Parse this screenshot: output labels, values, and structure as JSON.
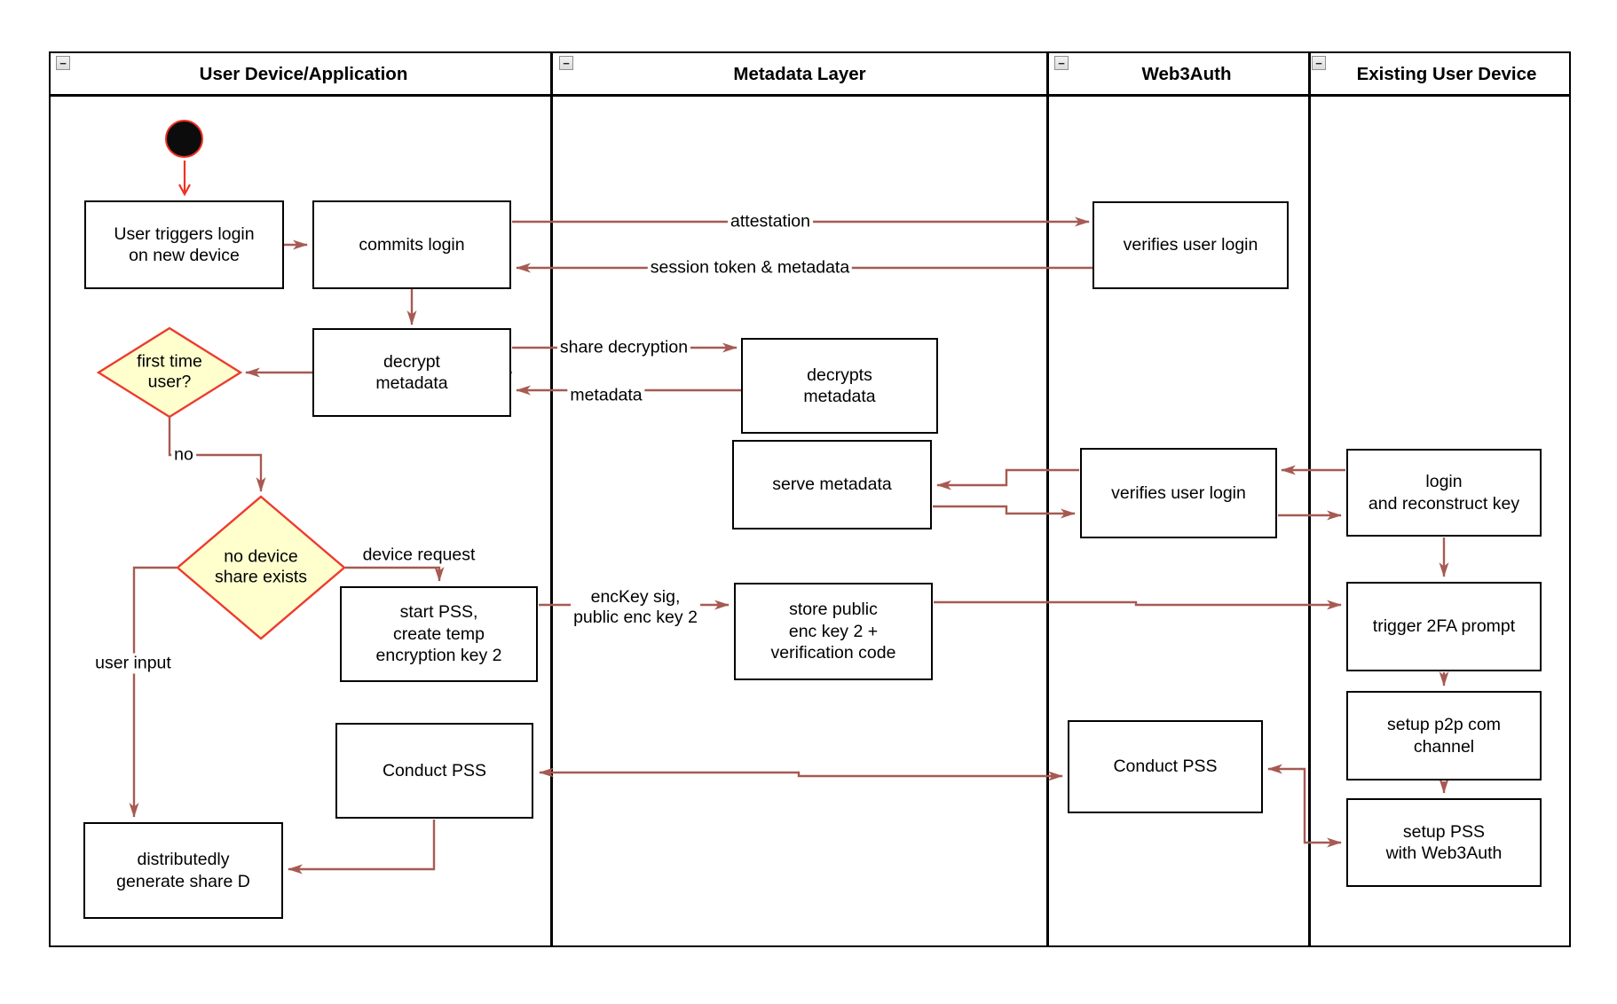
{
  "lanes": [
    {
      "label": "User Device/Application"
    },
    {
      "label": "Metadata Layer"
    },
    {
      "label": "Web3Auth"
    },
    {
      "label": "Existing User Device"
    }
  ],
  "icons": {
    "collapse_glyph": "−"
  },
  "nodes": [
    {
      "label": "User triggers login\non new device"
    },
    {
      "label": "commits login"
    },
    {
      "label": "verifies user login"
    },
    {
      "label": "decrypt\nmetadata"
    },
    {
      "label": "decrypts\nmetadata"
    },
    {
      "label": "serve metadata"
    },
    {
      "label": "verifies user login"
    },
    {
      "label": "login\nand reconstruct key"
    },
    {
      "label": "start PSS,\ncreate temp\nencryption key 2"
    },
    {
      "label": "store public\nenc key 2 +\nverification code"
    },
    {
      "label": "trigger 2FA prompt"
    },
    {
      "label": "setup p2p com\nchannel"
    },
    {
      "label": "setup PSS\nwith Web3Auth"
    },
    {
      "label": "Conduct PSS"
    },
    {
      "label": "Conduct PSS"
    },
    {
      "label": "distributedly\ngenerate share D"
    }
  ],
  "decisions": [
    {
      "label": "first time\nuser?"
    },
    {
      "label": "no device\nshare exists"
    }
  ],
  "edge_labels": [
    {
      "text": "attestation"
    },
    {
      "text": "session token & metadata"
    },
    {
      "text": "share decryption"
    },
    {
      "text": "metadata"
    },
    {
      "text": "no"
    },
    {
      "text": "device request"
    },
    {
      "text": "user input"
    },
    {
      "text": "encKey sig,\npublic enc key 2"
    }
  ],
  "colors": {
    "connector": "#a65a52",
    "start_accent": "#f03022",
    "decision_fill": "#feffcd",
    "decision_stroke": "#ee3a2e",
    "node_border": "#000000"
  }
}
